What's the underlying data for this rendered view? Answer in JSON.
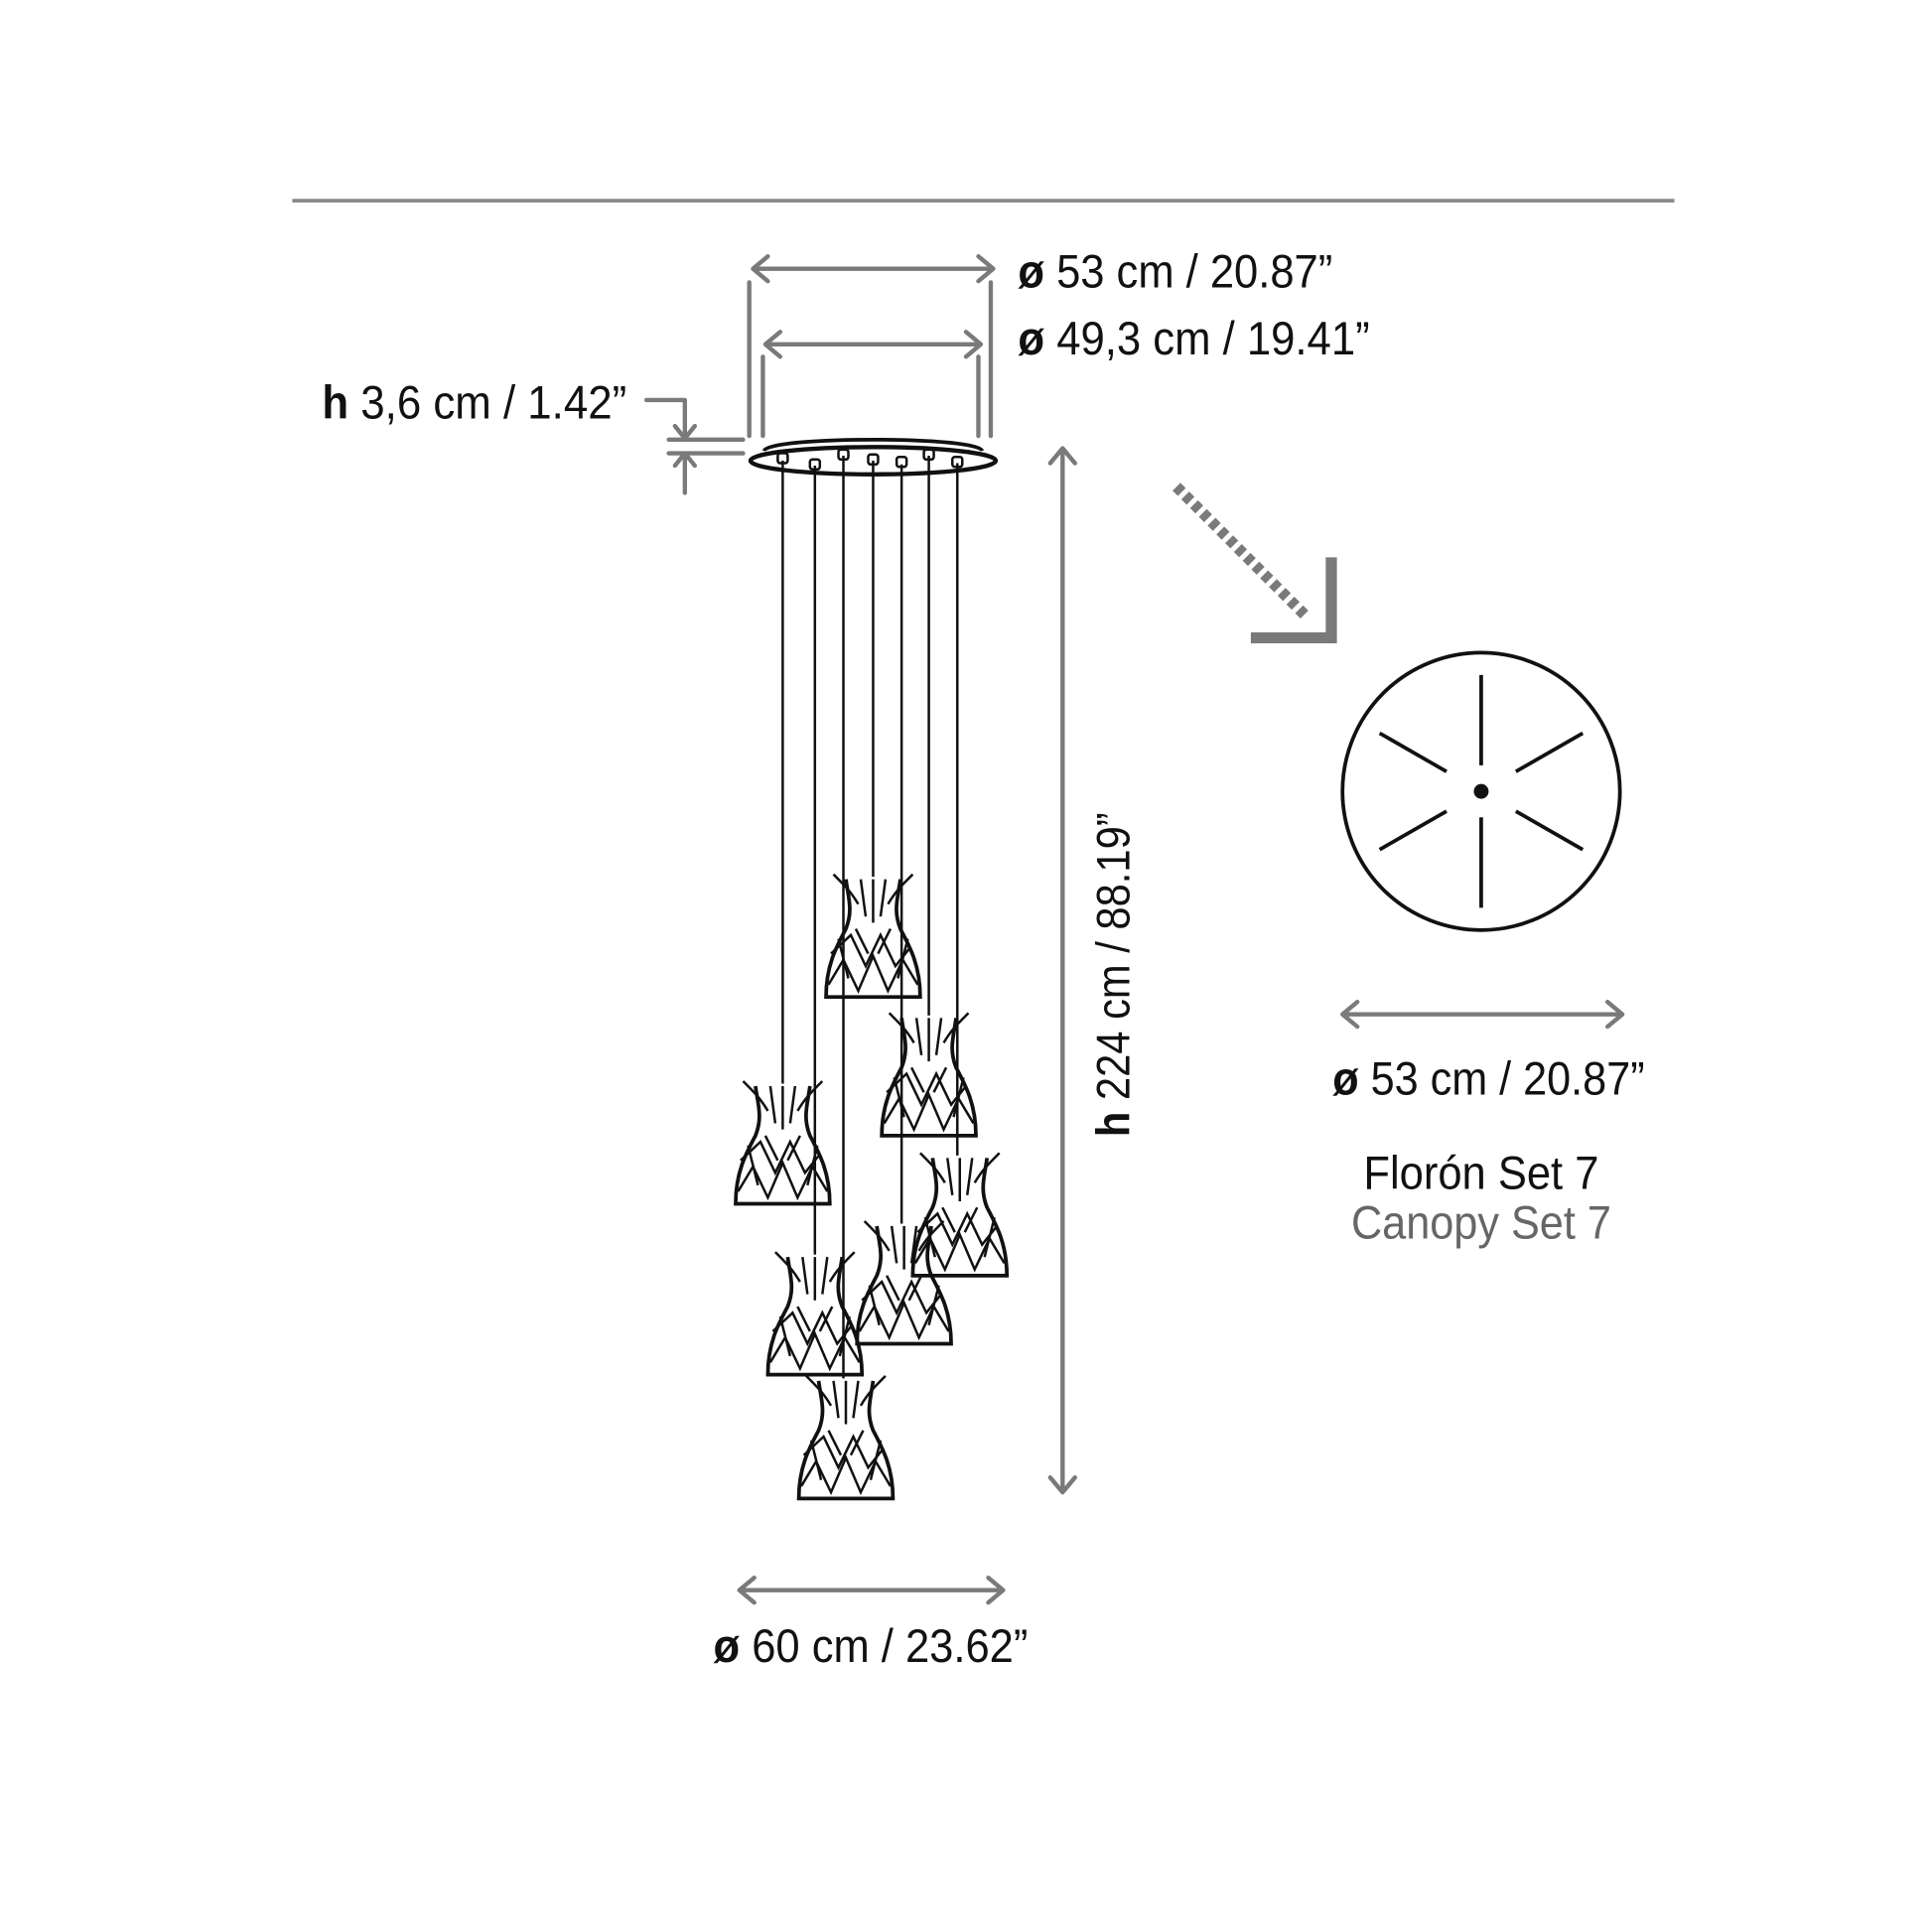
{
  "dimensions": {
    "canopy_outer": {
      "prefix": "ø",
      "value": "53 cm / 20.87”"
    },
    "canopy_inner": {
      "prefix": "ø",
      "value": "49,3 cm / 19.41”"
    },
    "canopy_height": {
      "prefix": "h",
      "value": "3,6 cm / 1.42”"
    },
    "total_height": {
      "prefix": "h",
      "value": "224 cm / 88.19”"
    },
    "spread_diameter": {
      "prefix": "ø",
      "value": "60 cm / 23.62”"
    }
  },
  "canopy_view": {
    "diameter": {
      "prefix": "ø",
      "value": "53 cm / 20.87”"
    },
    "title": "Florón Set 7",
    "subtitle": "Canopy Set 7"
  },
  "colors": {
    "dimension": "#7a7a7a",
    "ink": "#111111",
    "subtitle": "#666666"
  }
}
